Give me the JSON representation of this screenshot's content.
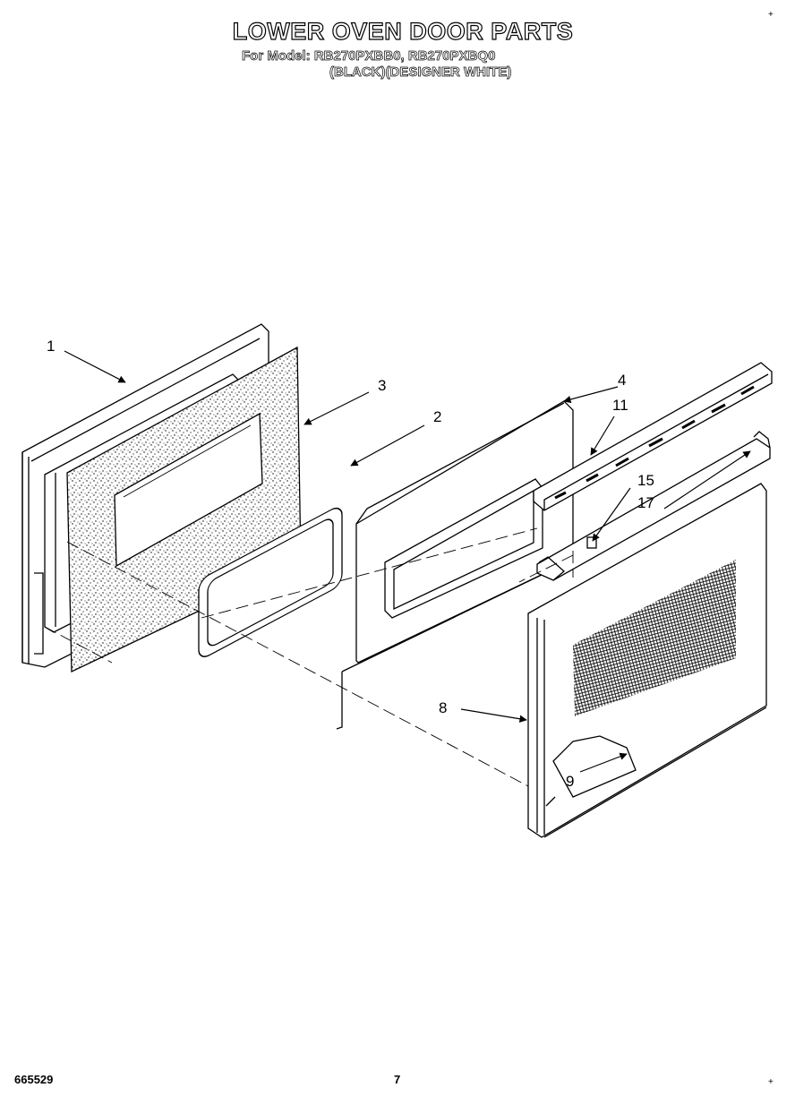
{
  "header": {
    "title": "LOWER OVEN DOOR PARTS",
    "model_line": "For Model: RB270PXBB0, RB270PXBQ0",
    "color_line": "(BLACK)(DESIGNER WHITE)"
  },
  "footer": {
    "doc_number": "665529",
    "page_number": "7"
  },
  "diagram": {
    "callouts": [
      "1",
      "3",
      "2",
      "4",
      "11",
      "15",
      "17",
      "8",
      "9"
    ],
    "registration_mark": "+"
  }
}
